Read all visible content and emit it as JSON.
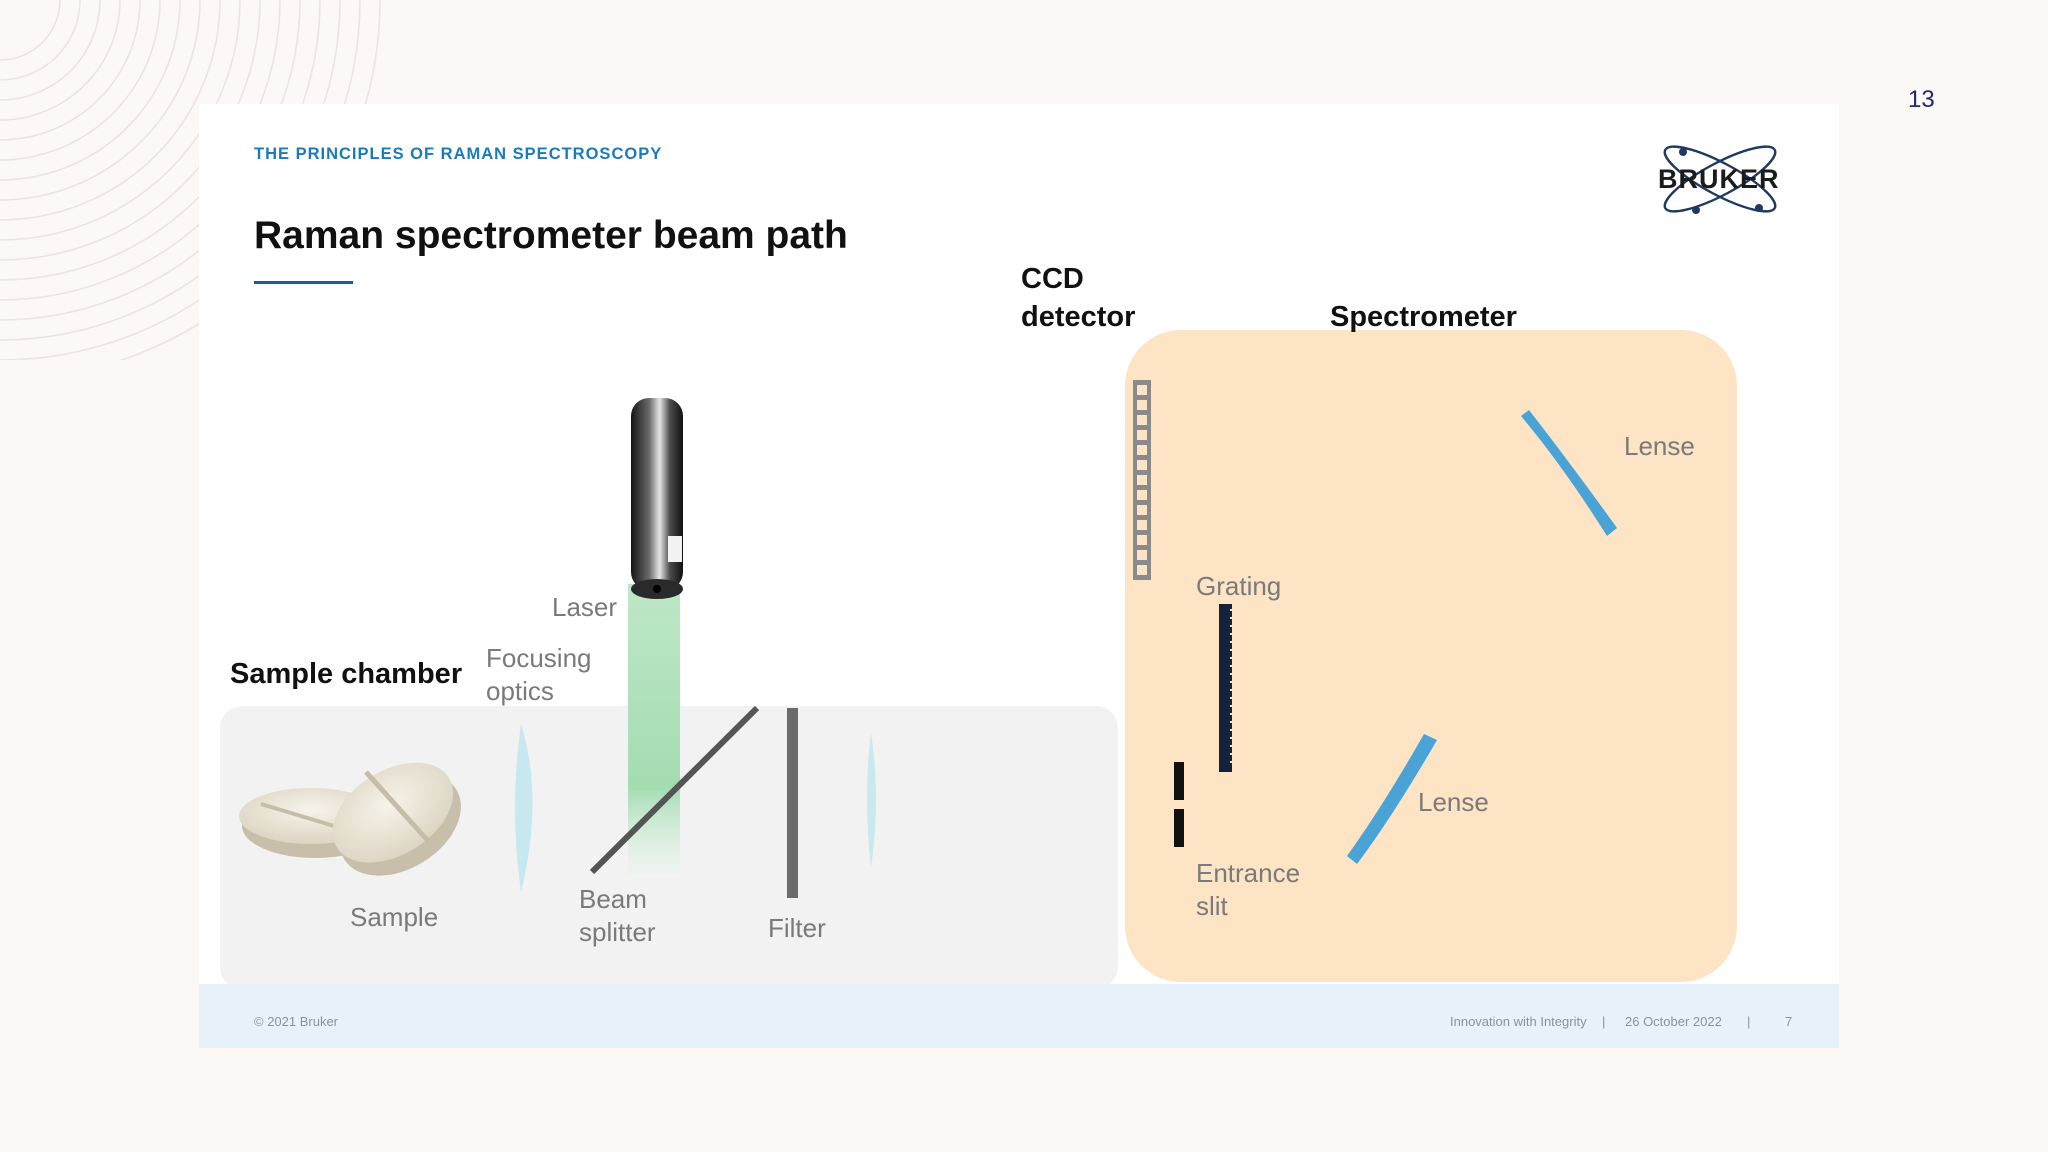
{
  "page_number": "13",
  "header": {
    "section": "THE PRINCIPLES OF RAMAN SPECTROSCOPY",
    "title": "Raman spectrometer beam path",
    "logo": "BRUKER"
  },
  "diagram": {
    "groups": {
      "sample_chamber": "Sample chamber",
      "ccd_detector": [
        "CCD",
        "detector"
      ],
      "spectrometer": "Spectrometer"
    },
    "labels": {
      "laser": "Laser",
      "focusing_optics": [
        "Focusing",
        "optics"
      ],
      "sample": "Sample",
      "beam_splitter": [
        "Beam",
        "splitter"
      ],
      "filter": "Filter",
      "grating": "Grating",
      "entrance_slit": [
        "Entrance",
        "slit"
      ],
      "lense_top": "Lense",
      "lense_bottom": "Lense"
    },
    "colors": {
      "sample_chamber_bg": "#f2f2f3",
      "spectrometer_bg": "#fde4c4",
      "lens_blue": "#4aa3d6",
      "laser_beam": "#9fdcb0",
      "title_accent": "#1b5e96",
      "section_blue": "#1b7ab8"
    }
  },
  "footer": {
    "copyright": "© 2021 Bruker",
    "tagline": "Innovation with Integrity",
    "date": "26 October 2022",
    "slide_number": "7"
  }
}
